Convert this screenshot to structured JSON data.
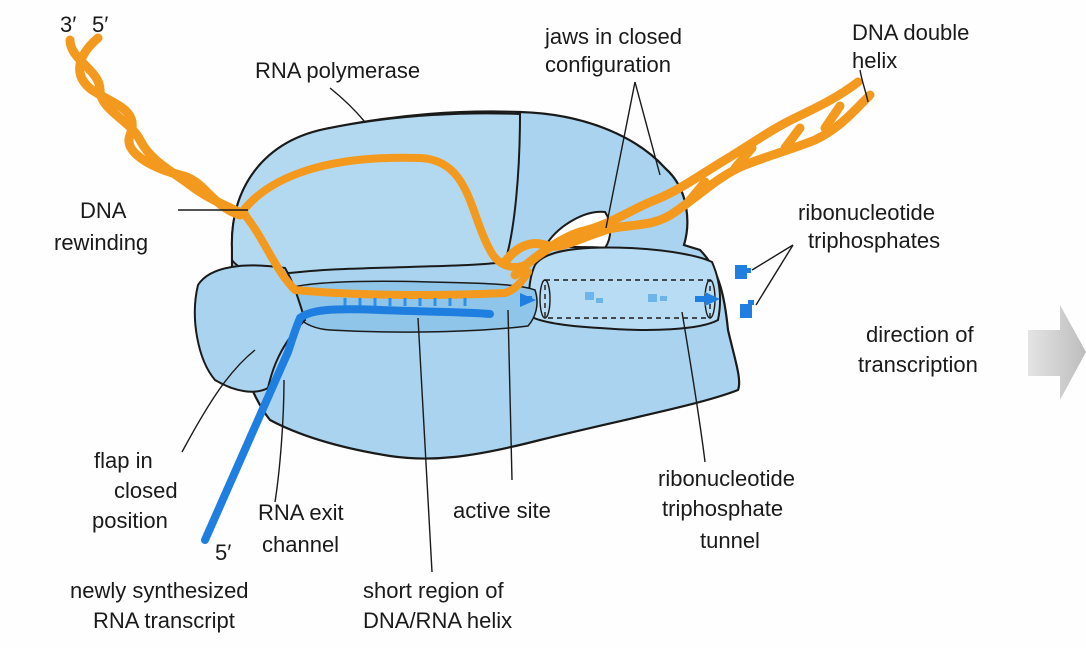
{
  "strand_labels": {
    "left_3": "3′",
    "left_5": "5′",
    "rna_5": "5′"
  },
  "labels": {
    "rna_polymerase": "RNA polymerase",
    "jaws_line1": "jaws in closed",
    "jaws_line2": "configuration",
    "dna_helix_line1": "DNA double",
    "dna_helix_line2": "helix",
    "dna_rewind_line1": "DNA",
    "dna_rewind_line2": "rewinding",
    "rntp_line1": "ribonucleotide",
    "rntp_line2": "triphosphates",
    "direction_line1": "direction of",
    "direction_line2": "transcription",
    "flap_line1": "flap in",
    "flap_line2": "closed",
    "flap_line3": "position",
    "exit_line1": "RNA exit",
    "exit_line2": "channel",
    "active_site": "active site",
    "tunnel_line1": "ribonucleotide",
    "tunnel_line2": "triphosphate",
    "tunnel_line3": "tunnel",
    "transcript_line1": "newly synthesized",
    "transcript_line2": "RNA transcript",
    "hybrid_line1": "short region of",
    "hybrid_line2": "DNA/RNA helix"
  },
  "colors": {
    "dna": "#f39a1e",
    "rna": "#1f7fe0",
    "polymerase": "#a9d3ee",
    "outline": "#1a1a1a",
    "arrow": "#c8c8c8"
  }
}
